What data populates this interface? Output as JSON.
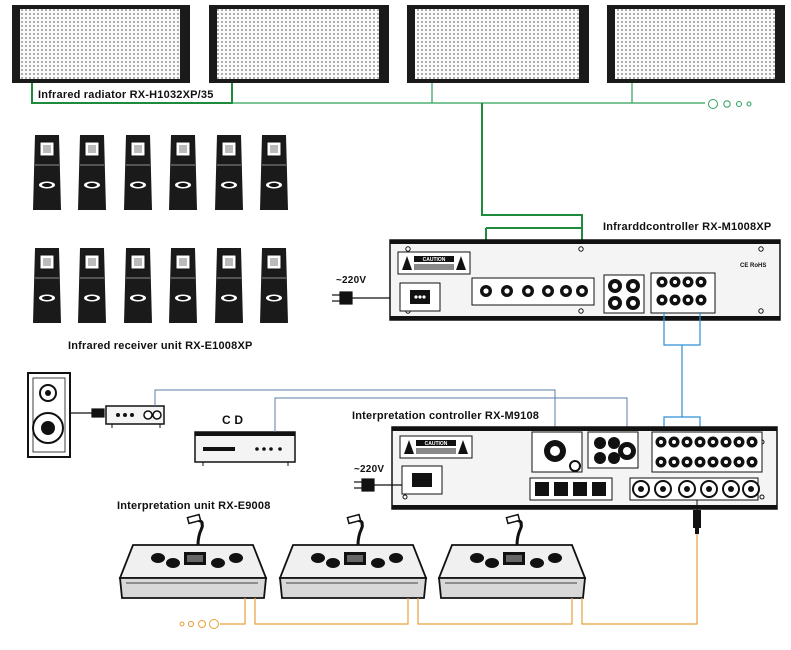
{
  "labels": {
    "radiator": "Infrared radiator RX-H1032XP/35",
    "controller": "Infrarddcontroller RX-M1008XP",
    "receiver": "Infrared receiver unit RX-E1008XP",
    "cd": "C D",
    "interp_controller": "Interpretation controller  RX-M9108",
    "interp_unit": "Interpretation unit RX-E9008",
    "power_1": "~220V",
    "power_2": "~220V",
    "caution_1": "CAUTION",
    "caution_2": "CAUTION",
    "ce_rohs": "CE RoHS"
  },
  "colors": {
    "ir_link": "#1e8a3c",
    "audio_link": "#2e8fd6",
    "unit_chain": "#e8a13a",
    "equipment": "#1a1a1a",
    "panel": "#f2f2f2"
  }
}
